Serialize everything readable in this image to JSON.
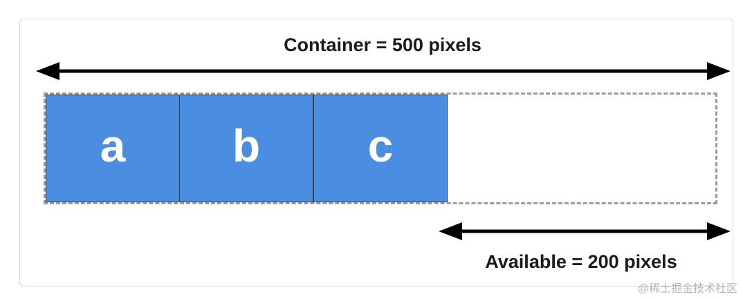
{
  "container_label": "Container = 500 pixels",
  "available_label": "Available = 200 pixels",
  "items": [
    {
      "label": "a"
    },
    {
      "label": "b"
    },
    {
      "label": "c"
    }
  ],
  "watermark": "@稀土掘金技术社区",
  "colors": {
    "item_fill": "#4a8de1",
    "item_text": "#ffffff",
    "arrow": "#000000",
    "dashed_border": "#9a9a9a"
  }
}
